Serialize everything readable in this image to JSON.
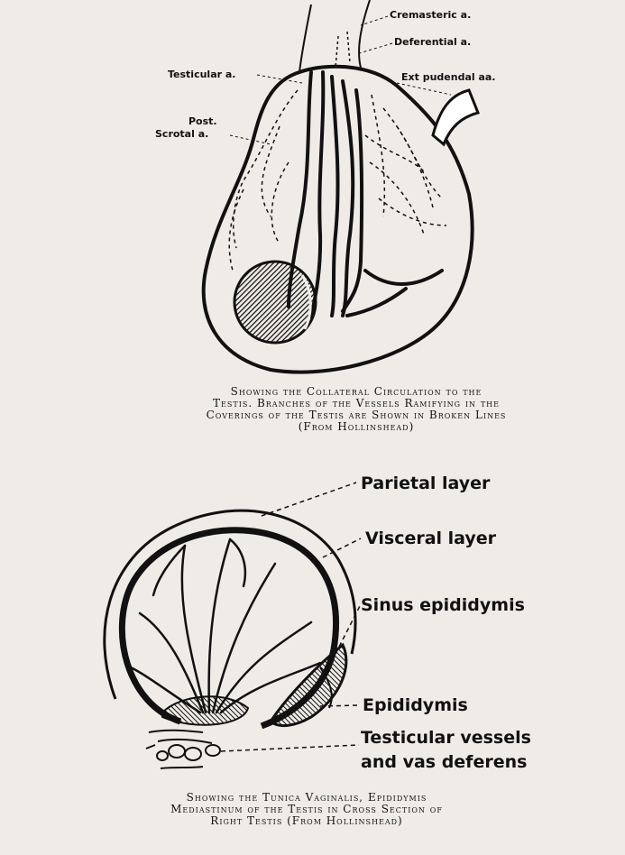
{
  "figure1": {
    "labels": {
      "cremasteric": "Cremasteric a.",
      "deferential": "Deferential a.",
      "ext_pudendal": "Ext pudendal aa.",
      "testicular": "Testicular a.",
      "post_scrotal_1": "Post.",
      "post_scrotal_2": "Scrotal a."
    },
    "caption": [
      "Showing the Collateral Circulation to the",
      "Testis. Branches of the Vessels Ramifying in the",
      "Coverings of the Testis are Shown in Broken Lines",
      "(From Hollinshead)"
    ]
  },
  "figure2": {
    "labels": {
      "parietal": "Parietal layer",
      "visceral": "Visceral layer",
      "sinus": "Sinus epididymis",
      "epididymis": "Epididymis",
      "vessels_1": "Testicular vessels",
      "vessels_2": "and vas deferens"
    },
    "caption": [
      "Showing the Tunica Vaginalis, Epididymis",
      "Mediastinum of the Testis in Cross Section of",
      "Right Testis (From Hollinshead)"
    ]
  }
}
